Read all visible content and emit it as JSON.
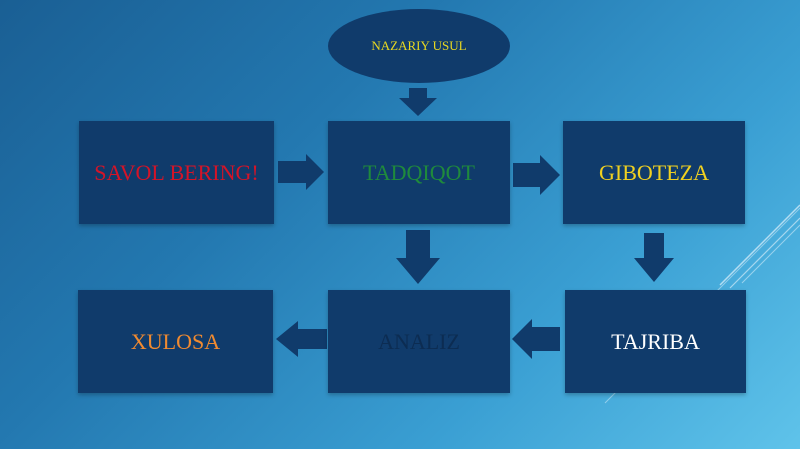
{
  "diagram": {
    "method": {
      "label": "NAZARIY USUL",
      "color": "#e8d820"
    },
    "nodes": {
      "question": {
        "label": "SAVOL BERING!",
        "color": "#d41428"
      },
      "research": {
        "label": "TADQIQOT",
        "color": "#1f8a3c"
      },
      "hypothesis": {
        "label": "GIBOTEZA",
        "color": "#f0d020"
      },
      "experiment": {
        "label": "TAJRIBA",
        "color": "#ffffff"
      },
      "analysis": {
        "label": "ANALIZ",
        "color": "#0c2c52"
      },
      "conclusion": {
        "label": "XULOSA",
        "color": "#f08a30"
      }
    },
    "box_color": "#103b6b",
    "arrow_color": "#103b6b"
  }
}
